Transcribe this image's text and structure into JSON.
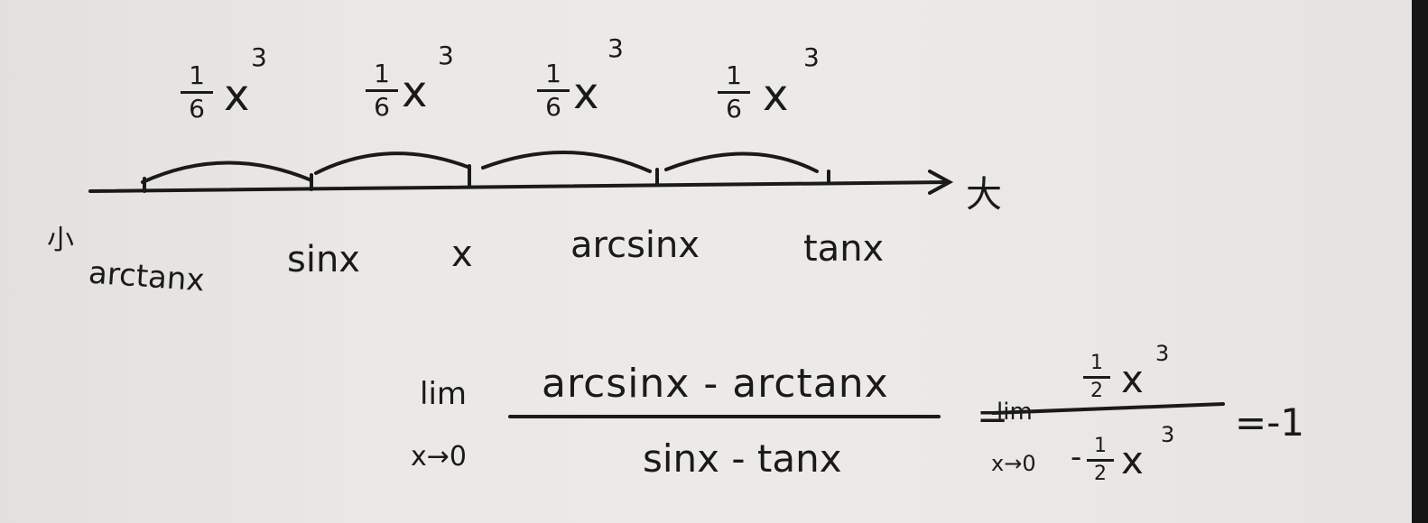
{
  "top": {
    "arc_labels": [
      {
        "num": "1",
        "den": "6",
        "expr": "x",
        "exp": "3"
      },
      {
        "num": "1",
        "den": "6",
        "expr": "x",
        "exp": "3"
      },
      {
        "num": "1",
        "den": "6",
        "expr": "x",
        "exp": "3"
      },
      {
        "num": "1",
        "den": "6",
        "expr": "x",
        "exp": "3"
      }
    ],
    "small_label": "小",
    "large_label": "大",
    "points": [
      "arctanx",
      "sinx",
      "x",
      "arcsinx",
      "tanx"
    ]
  },
  "limit1": {
    "lim": "lim",
    "sub": "x→0",
    "numerator": "arcsinx - arctanx",
    "denominator": "sinx - tanx"
  },
  "limit2": {
    "eq": "=",
    "lim": "lim",
    "sub": "x→0",
    "num_coef": "1",
    "num_den": "2",
    "num_var": "x",
    "num_exp": "3",
    "den_sign": "-",
    "den_coef": "1",
    "den_den": "2",
    "den_var": "x",
    "den_exp": "3",
    "result": "=-1"
  }
}
